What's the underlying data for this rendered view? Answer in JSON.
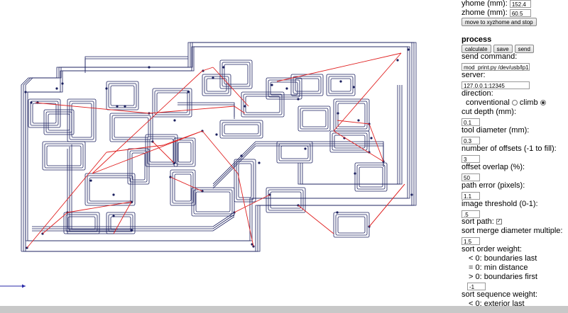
{
  "panel": {
    "yhome_label": "yhome (mm):",
    "yhome_value": "152.4",
    "zhome_label": "zhome (mm):",
    "zhome_value": "60.5",
    "move_button": "move to xyzhome and stop",
    "process_heading": "process",
    "calculate_button": "calculate",
    "save_button": "save",
    "send_button": "send",
    "send_command_label": "send command:",
    "send_command_value": "mod_print.py /dev/usb/lp1 ';'",
    "server_label": "server:",
    "server_value": "127.0.0.1:12345",
    "direction_label": "direction:",
    "conventional_label": "conventional",
    "climb_label": "climb",
    "direction_selected": "climb",
    "cut_depth_label": "cut depth (mm):",
    "cut_depth_value": "0.1",
    "tool_diameter_label": "tool diameter (mm):",
    "tool_diameter_value": "0.3",
    "offsets_label": "number of offsets (-1 to fill):",
    "offsets_value": "3",
    "overlap_label": "offset overlap (%):",
    "overlap_value": "50",
    "path_error_label": "path error (pixels):",
    "path_error_value": "1.1",
    "threshold_label": "image threshold (0-1):",
    "threshold_value": ".5",
    "sort_path_label": "sort path:",
    "sort_path_checked": true,
    "merge_label": "sort merge diameter multiple:",
    "merge_value": "1.5",
    "order_weight_label": "sort order weight:",
    "order_lt": "< 0: boundaries last",
    "order_eq": "= 0: min distance",
    "order_gt": "> 0: boundaries first",
    "order_weight_value": "-1",
    "sequence_weight_label": "sort sequence weight:",
    "sequence_lt": "< 0: exterior last"
  },
  "colors": {
    "toolpath": "#1a1f5e",
    "travel": "#e02020",
    "axis": "#2a2aa8"
  }
}
